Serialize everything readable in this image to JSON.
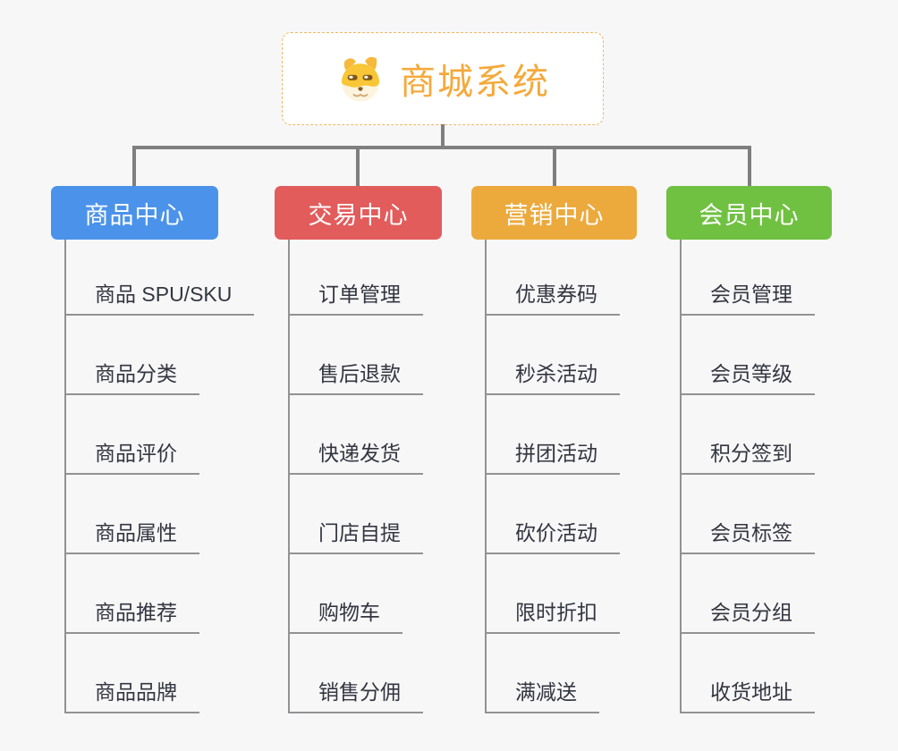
{
  "page": {
    "background_color": "#f7f7f8",
    "connector_color": "#7f7f7f",
    "leaf_line_color": "#909294",
    "leaf_text_color": "#333640"
  },
  "root": {
    "title": "商城系统",
    "icon": "doge-icon",
    "text_color": "#f5a93b",
    "border_color": "#f2b661"
  },
  "branches": [
    {
      "label": "商品中心",
      "color": "#4b93ea",
      "items": [
        "商品 SPU/SKU",
        "商品分类",
        "商品评价",
        "商品属性",
        "商品推荐",
        "商品品牌"
      ]
    },
    {
      "label": "交易中心",
      "color": "#e25c5c",
      "items": [
        "订单管理",
        "售后退款",
        "快递发货",
        "门店自提",
        "购物车",
        "销售分佣"
      ]
    },
    {
      "label": "营销中心",
      "color": "#ecaa3d",
      "items": [
        "优惠券码",
        "秒杀活动",
        "拼团活动",
        "砍价活动",
        "限时折扣",
        "满减送"
      ]
    },
    {
      "label": "会员中心",
      "color": "#70c142",
      "items": [
        "会员管理",
        "会员等级",
        "积分签到",
        "会员标签",
        "会员分组",
        "收货地址"
      ]
    }
  ]
}
